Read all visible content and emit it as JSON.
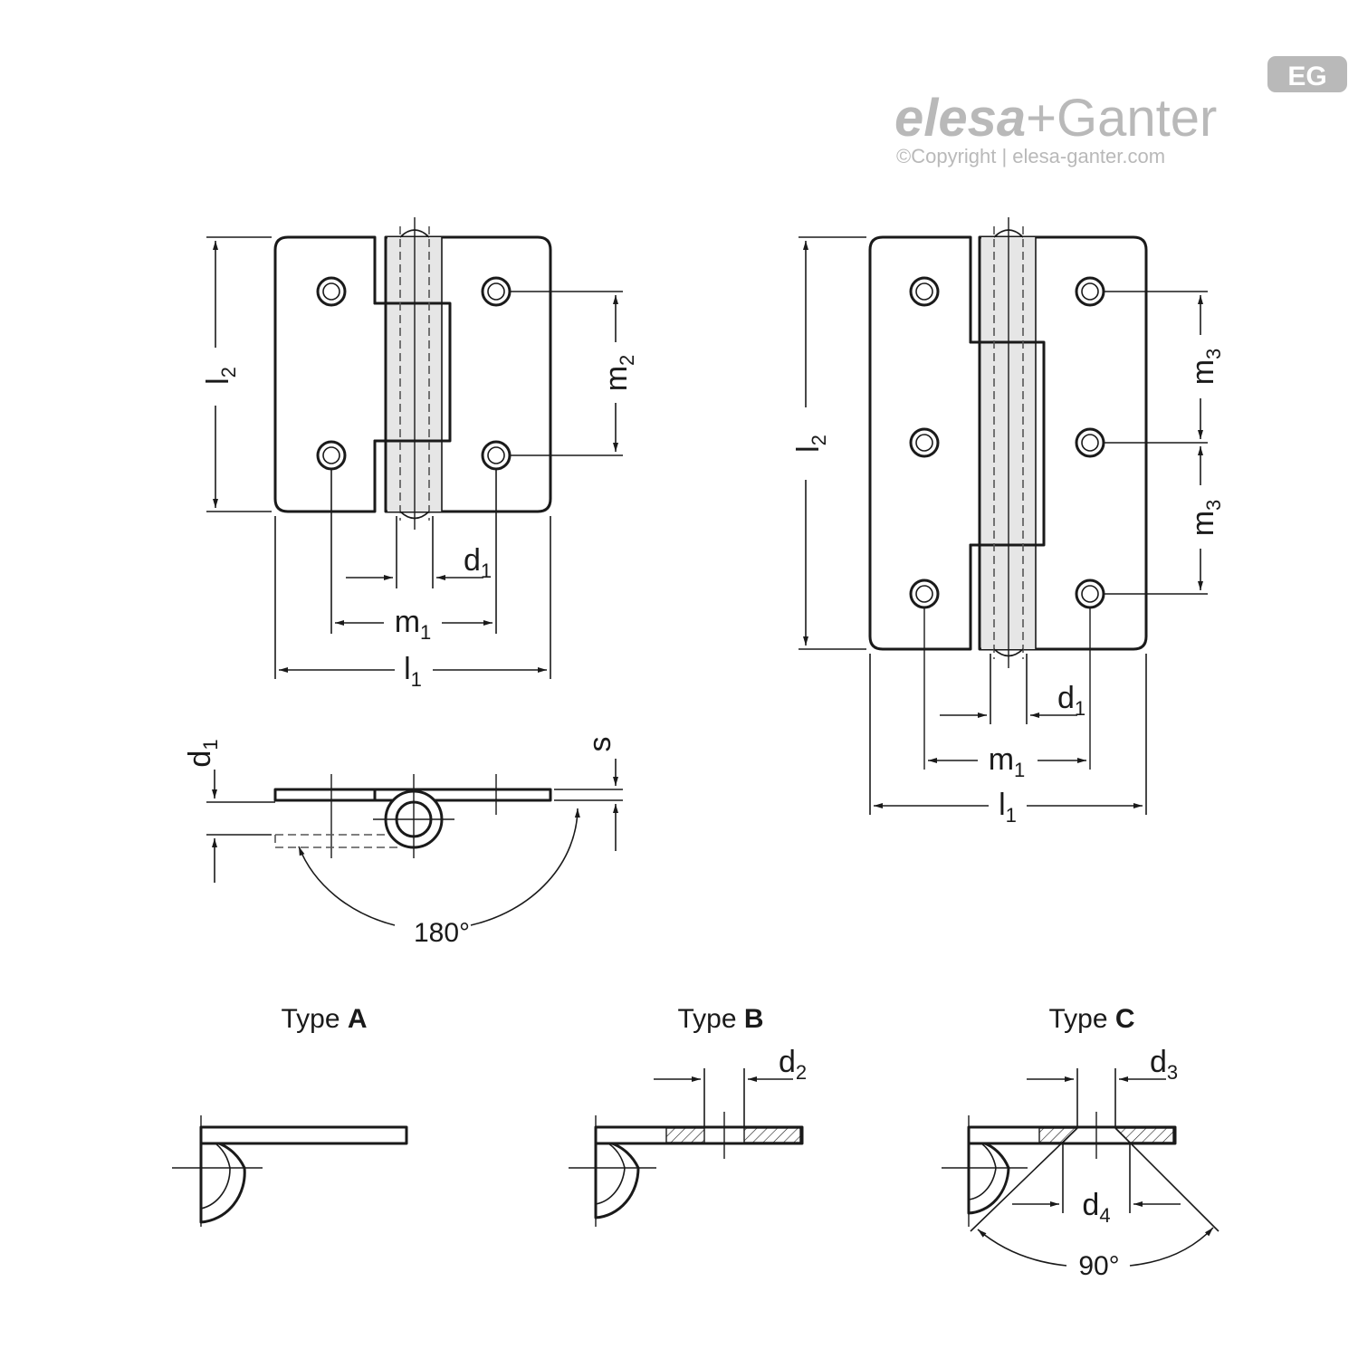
{
  "brand": {
    "logo_word_1": "elesa",
    "logo_plus": "+",
    "logo_word_2": "Ganter",
    "badge": "EG",
    "copyright": "©Copyright | elesa-ganter.com",
    "color": "#b9b9b9"
  },
  "dimensions": {
    "l": "l",
    "m": "m",
    "d": "d",
    "s": "s",
    "sub_1": "1",
    "sub_2": "2",
    "sub_3": "3",
    "sub_4": "4"
  },
  "angles": {
    "opening": "180°",
    "countersink": "90°"
  },
  "types": [
    {
      "prefix": "Type ",
      "letter": "A"
    },
    {
      "prefix": "Type ",
      "letter": "B"
    },
    {
      "prefix": "Type ",
      "letter": "C"
    }
  ],
  "colors": {
    "line": "#1a1a1a",
    "pin_fill": "#e8e8e8",
    "brand_grey": "#b9b9b9"
  }
}
